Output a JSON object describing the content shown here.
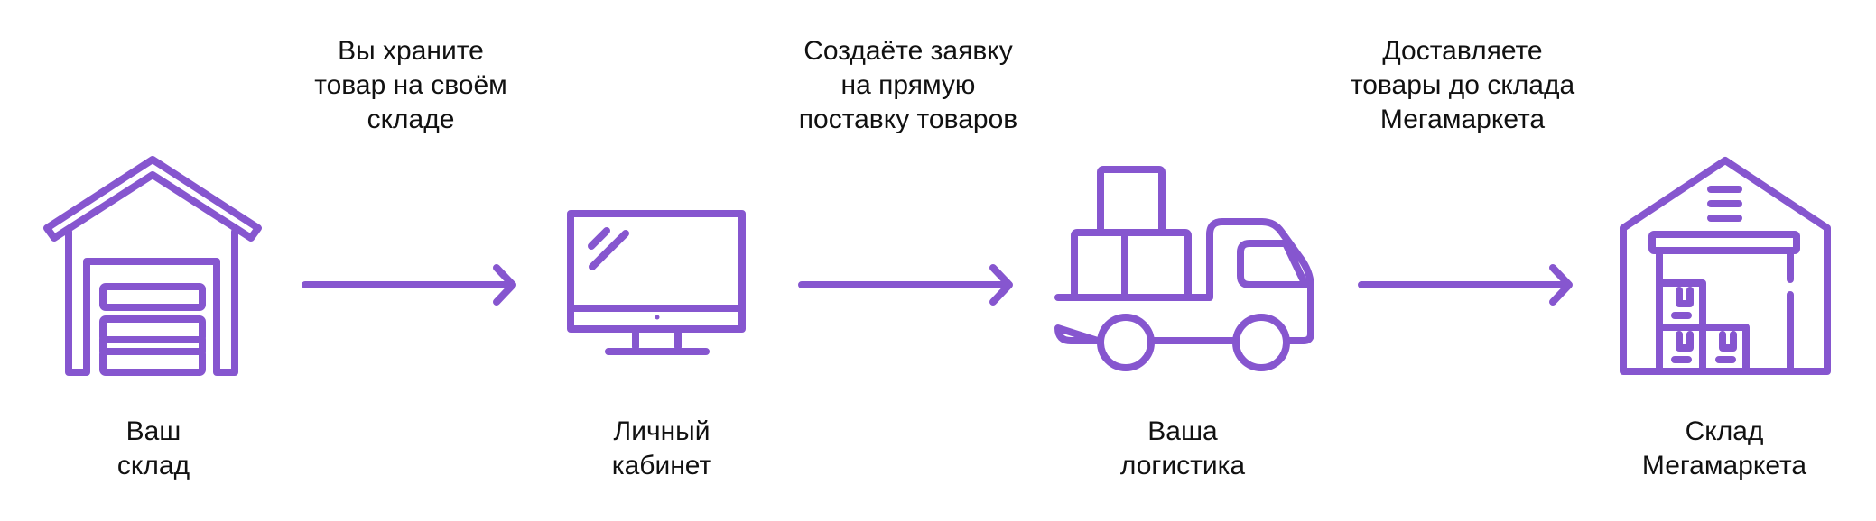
{
  "accent_color": "#8656cf",
  "steps": [
    {
      "icon": "garage-warehouse-icon",
      "label_lines": [
        "Ваш",
        "склад"
      ]
    },
    {
      "icon": "monitor-icon",
      "label_lines": [
        "Личный",
        "кабинет"
      ]
    },
    {
      "icon": "delivery-truck-icon",
      "label_lines": [
        "Ваша",
        "логистика"
      ]
    },
    {
      "icon": "marketplace-warehouse-icon",
      "label_lines": [
        "Склад",
        "Мегамаркета"
      ]
    }
  ],
  "transitions": [
    {
      "icon": "arrow-right-icon",
      "caption_lines": [
        "Вы храните",
        "товар на своём",
        "складе"
      ]
    },
    {
      "icon": "arrow-right-icon",
      "caption_lines": [
        "Создаёте заявку",
        "на прямую",
        "поставку товаров"
      ]
    },
    {
      "icon": "arrow-right-icon",
      "caption_lines": [
        "Доставляете",
        "товары до склада",
        "Мегамаркета"
      ]
    }
  ]
}
